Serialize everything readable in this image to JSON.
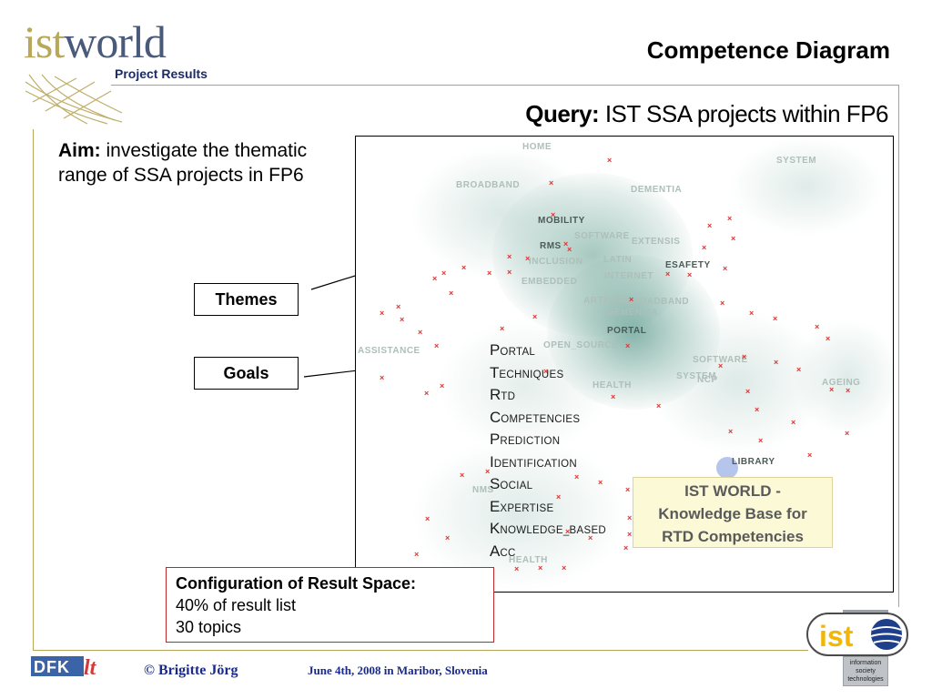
{
  "header": {
    "logo_ist": "ist",
    "logo_world": "world",
    "project_results": "Project Results",
    "title": "Competence Diagram",
    "query_label": "Query:",
    "query_text": " IST SSA projects within FP6"
  },
  "aim": {
    "label": "Aim:",
    "text": " investigate the thematic range of SSA projects in FP6"
  },
  "labels": {
    "themes": "Themes",
    "goals": "Goals"
  },
  "map": {
    "topics": [
      "HOME",
      "SYSTEM",
      "BROADBAND",
      "DEMENTIA",
      "MOBILITY",
      "SOFTWARE",
      "EXTENSIS",
      "RMS",
      "INCLUSION",
      "LATIN",
      "ESAFETY",
      "INTERNET",
      "EMBEDDED",
      "ARTEMIS",
      "BROADBAND",
      "DEMENTIA",
      "PORTAL",
      "OPEN_SOURCE",
      "ASSISTANCE",
      "SOFTWARE",
      "SYSTEM",
      "NCP",
      "HEALTH",
      "AGEING",
      "LIBRARY",
      "NMS",
      "HEALTH"
    ],
    "goals": [
      {
        "cap": "P",
        "rest": "ORTAL"
      },
      {
        "cap": "T",
        "rest": "ECHNIQUES"
      },
      {
        "cap": "R",
        "rest": "TD"
      },
      {
        "cap": "C",
        "rest": "OMPETENCIES"
      },
      {
        "cap": "P",
        "rest": "REDICTION"
      },
      {
        "cap": "I",
        "rest": "DENTIFICATION"
      },
      {
        "cap": "S",
        "rest": "OCIAL"
      },
      {
        "cap": "E",
        "rest": "XPERTISE"
      },
      {
        "cap": "K",
        "rest": "NOWLEDGE_BASED"
      },
      {
        "cap": "A",
        "rest": "CC"
      }
    ],
    "kb_line1": "IST WORLD -",
    "kb_line2": "Knowledge Base for",
    "kb_line3": "RTD Competencies"
  },
  "config": {
    "heading": "Configuration of Result Space:",
    "line1": "40% of result list",
    "line2": "30 topics"
  },
  "footer": {
    "author": "© Brigitte Jörg",
    "date": "June 4th, 2008 in Maribor, Slovenia",
    "dfki_logo": "DFKI lt",
    "ist_logo": "ist",
    "ist_caption1": "information",
    "ist_caption2": "society",
    "ist_caption3": "technologies"
  },
  "colors": {
    "accent_gold": "#b7a65a",
    "title_blue": "#1a2a8a",
    "marker_red": "#d23a3a",
    "config_border": "#c0272d",
    "map_cluster": "#5e9c8c"
  }
}
